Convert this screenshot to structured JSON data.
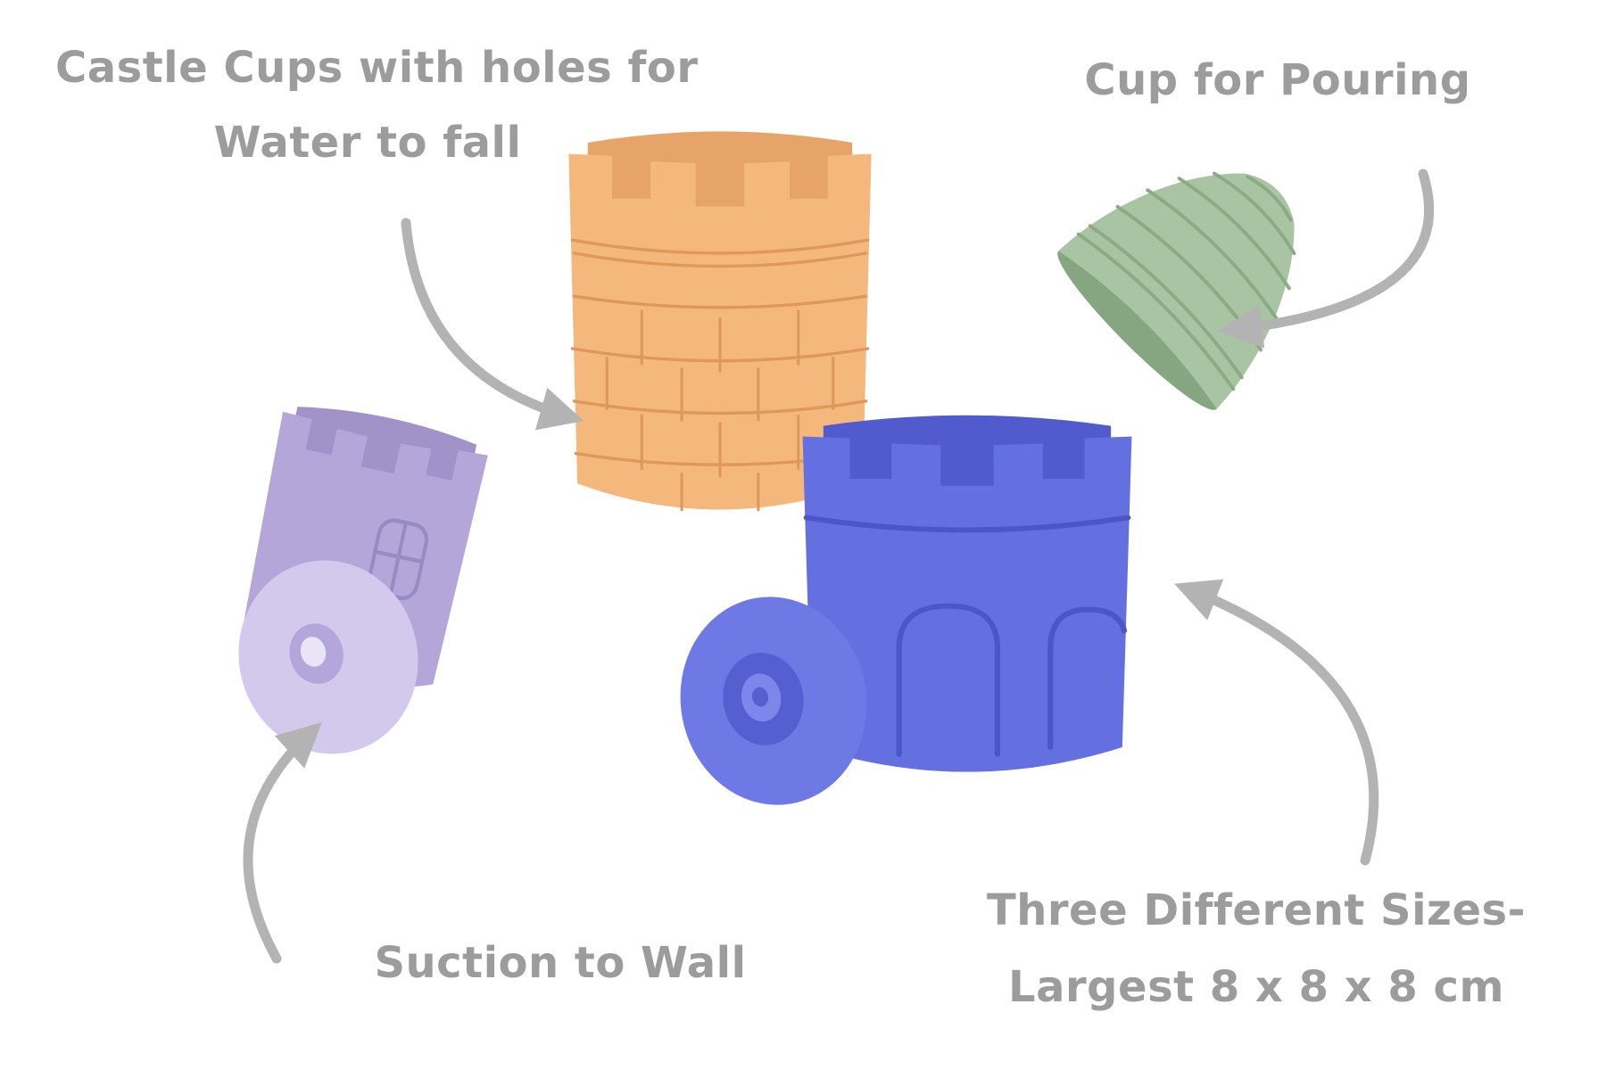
{
  "annotations": {
    "castle_cups": {
      "line1": "Castle Cups with holes for",
      "line2": "Water to fall"
    },
    "pouring": {
      "label": "Cup for Pouring"
    },
    "suction": {
      "label": "Suction to Wall"
    },
    "sizes": {
      "line1": "Three Different Sizes-",
      "line2": "Largest 8 x 8 x 8 cm"
    }
  },
  "objects": {
    "orange_cup": "orange castle cup with crenellated top and brick pattern",
    "green_cup": "green beehive-shaped cup for pouring",
    "purple_cup": "purple castle cup with window and suction disc",
    "blue_cup": "blue castle cup with arch doors and suction disc"
  },
  "colors": {
    "text": "#9c9c9c",
    "arrow": "#b3b3b3",
    "orange_cup": "#f4b77c",
    "orange_inner": "#e6a468",
    "orange_dark": "#de985c",
    "green_cup": "#a9c4a2",
    "green_inner": "#85a680",
    "green_dark": "#8cab85",
    "purple_cup": "#b4a6d8",
    "purple_inner": "#a193c9",
    "purple_dark": "#988ac2",
    "purple_disc": "#d3c9ec",
    "purple_hole": "#b4a6da",
    "purple_hole_inner": "#e9e4f6",
    "blue_cup": "#6570e0",
    "blue_inner": "#525bce",
    "blue_dark": "#4d56c6",
    "blue_disc": "#6f79e6",
    "blue_ring": "#555fd0",
    "blue_hole": "#7d86ea"
  }
}
